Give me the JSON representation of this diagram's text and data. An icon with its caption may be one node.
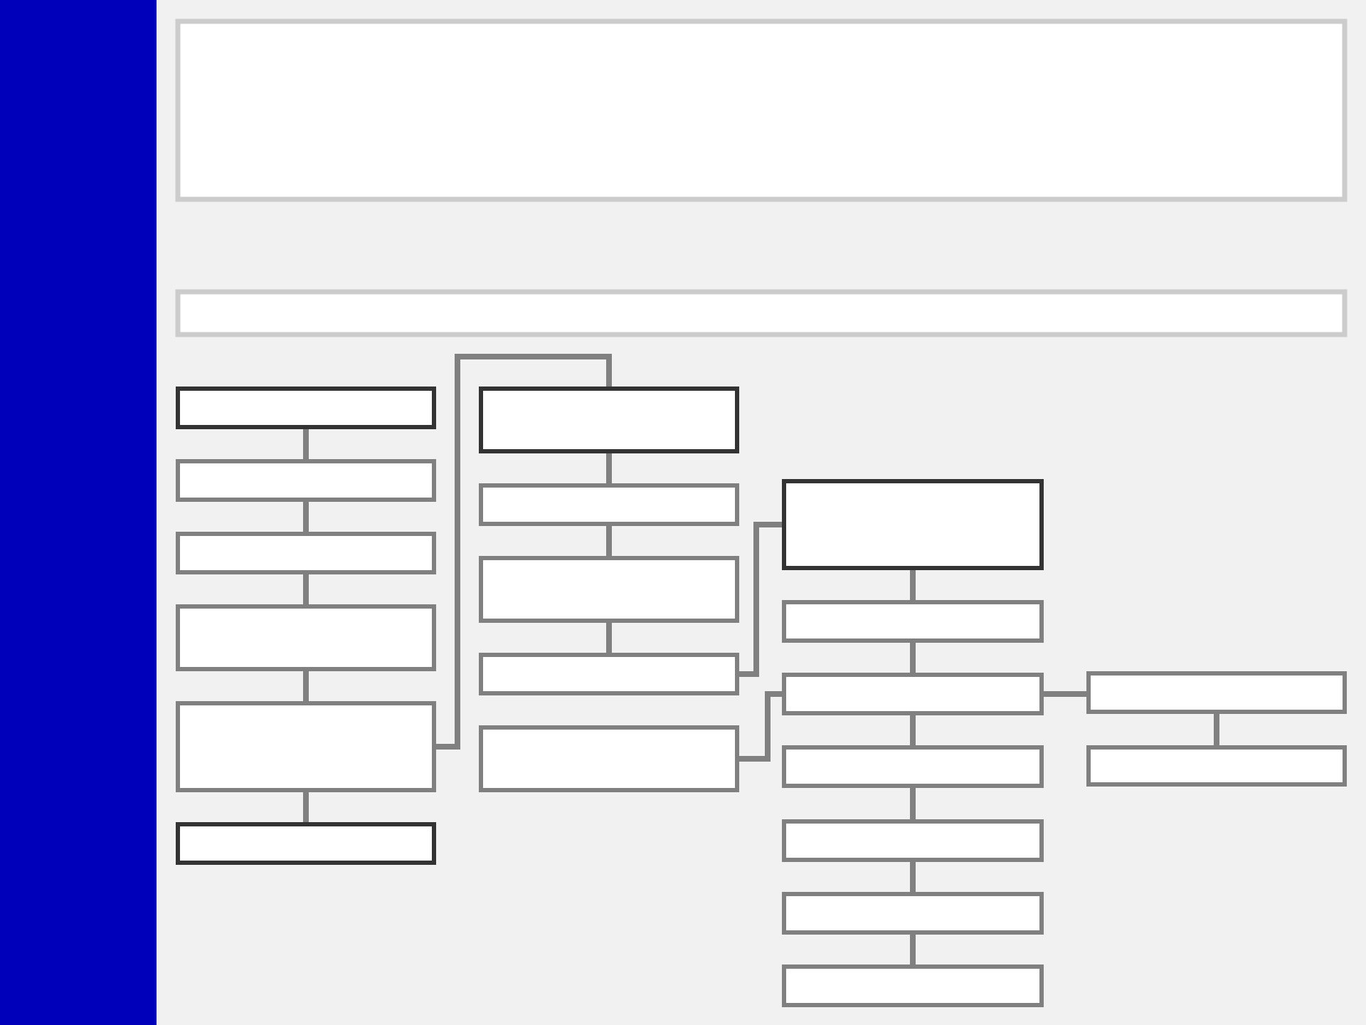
{
  "diagram": {
    "nodes": [
      {
        "text": [],
        "shape": "box"
      },
      {
        "text": [],
        "shape": "box"
      },
      {
        "text": [],
        "shape": "box"
      },
      {
        "text": [],
        "shape": "box"
      },
      {
        "text": [],
        "shape": "box"
      },
      {
        "text": [],
        "shape": "box"
      },
      {
        "text": [],
        "shape": "box"
      },
      {
        "text": [],
        "shape": "box"
      },
      {
        "text": [],
        "shape": "box"
      },
      {
        "text": [],
        "shape": "box"
      },
      {
        "text": [],
        "shape": "box"
      },
      {
        "text": [],
        "shape": "box"
      },
      {
        "text": [],
        "shape": "box"
      },
      {
        "text": [],
        "shape": "box"
      },
      {
        "text": [],
        "shape": "box"
      },
      {
        "text": [],
        "shape": "box"
      },
      {
        "text": [],
        "shape": "box"
      },
      {
        "text": [],
        "shape": "box"
      },
      {
        "text": [],
        "shape": "box"
      },
      {
        "text": [],
        "shape": "box"
      },
      {
        "text": [],
        "shape": "box"
      },
      {
        "text": [],
        "shape": "box"
      }
    ],
    "edges": [
      {
        "from": 2,
        "to": 3,
        "arrow": "none"
      },
      {
        "from": 3,
        "to": 4,
        "arrow": "none"
      },
      {
        "from": 4,
        "to": 5,
        "arrow": "none"
      },
      {
        "from": 5,
        "to": 6,
        "arrow": "none"
      },
      {
        "from": 6,
        "to": 7,
        "arrow": "none"
      },
      {
        "from": 6,
        "to": 8,
        "arrow": "none"
      },
      {
        "from": 8,
        "to": 9,
        "arrow": "none"
      },
      {
        "from": 9,
        "to": 10,
        "arrow": "none"
      },
      {
        "from": 10,
        "to": 11,
        "arrow": "none"
      },
      {
        "from": 11,
        "to": 13,
        "arrow": "none"
      },
      {
        "from": 15,
        "to": 12,
        "arrow": "none"
      },
      {
        "from": 13,
        "to": 14,
        "arrow": "none"
      },
      {
        "from": 14,
        "to": 15,
        "arrow": "none"
      },
      {
        "from": 15,
        "to": 16,
        "arrow": "none"
      },
      {
        "from": 16,
        "to": 17,
        "arrow": "none"
      },
      {
        "from": 17,
        "to": 18,
        "arrow": "none"
      },
      {
        "from": 18,
        "to": 19,
        "arrow": "none"
      },
      {
        "from": 15,
        "to": 20,
        "arrow": "none"
      },
      {
        "from": 20,
        "to": 21,
        "arrow": "none"
      }
    ]
  }
}
